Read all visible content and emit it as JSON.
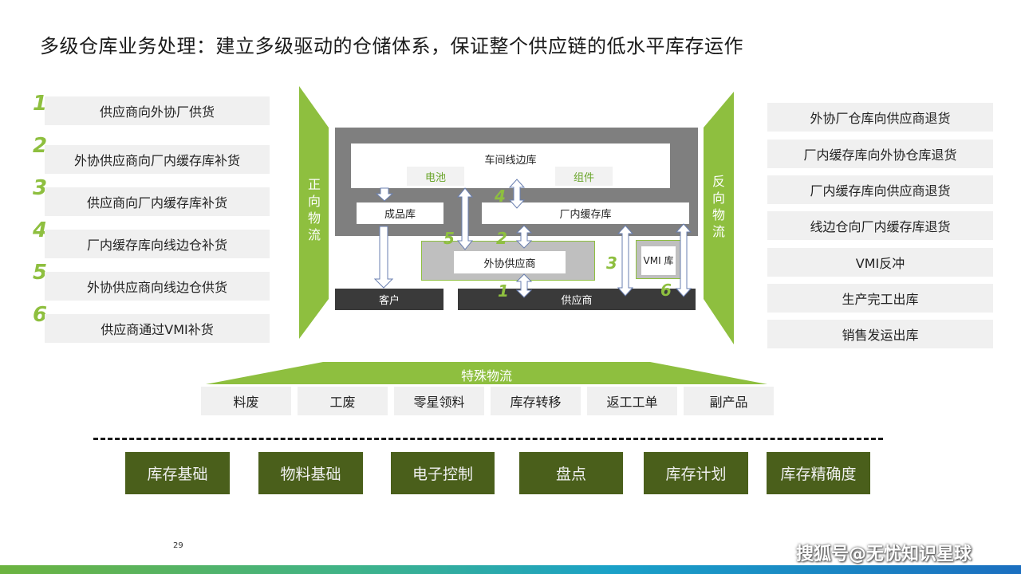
{
  "title": "多级仓库业务处理：建立多级驱动的仓储体系，保证整个供应链的低水平库存运作",
  "left_items": [
    {
      "num": "1",
      "label": "供应商向外协厂供货"
    },
    {
      "num": "2",
      "label": "外协供应商向厂内缓存库补货"
    },
    {
      "num": "3",
      "label": "供应商向厂内缓存库补货"
    },
    {
      "num": "4",
      "label": "厂内缓存库向线边仓补货"
    },
    {
      "num": "5",
      "label": "外协供应商向线边仓供货"
    },
    {
      "num": "6",
      "label": "供应商通过VMI补货"
    }
  ],
  "right_items": [
    "外协厂仓库向供应商退货",
    "厂内缓存库向外协仓库退货",
    "厂内缓存库向供应商退货",
    "线边仓向厂内缓存库退货",
    "VMI反冲",
    "生产完工出库",
    "销售发运出库"
  ],
  "forward_label": "正向物流",
  "reverse_label": "反向物流",
  "center": {
    "workshop": "车间线边库",
    "battery": "电池",
    "component": "组件",
    "finished": "成品库",
    "buffer": "厂内缓存库",
    "outsource": "外协供应商",
    "vmi": "VMI 库",
    "customer": "客户",
    "supplier": "供应商",
    "nums": [
      "1",
      "2",
      "3",
      "4",
      "5",
      "6"
    ]
  },
  "special": {
    "title": "特殊物流",
    "items": [
      "料废",
      "工废",
      "零星领料",
      "库存转移",
      "返工工单",
      "副产品"
    ]
  },
  "foundations": [
    "库存基础",
    "物料基础",
    "电子控制",
    "盘点",
    "库存计划",
    "库存精确度"
  ],
  "page_number": "29",
  "watermark": "搜狐号@无忧知识星球",
  "colors": {
    "accent_green": "#8ebf3f",
    "dark_green": "#4a5f1b",
    "gray": "#7f7f7f",
    "dark": "#3a3a3a"
  }
}
